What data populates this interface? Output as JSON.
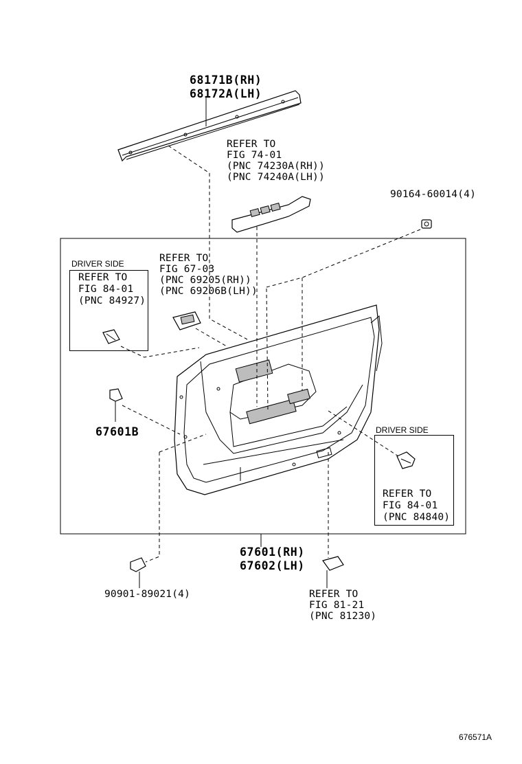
{
  "labels": {
    "moulding": [
      "68171B(RH)",
      "68172A(LH)"
    ],
    "switch_ref": [
      "REFER TO",
      "FIG 74-01",
      "(PNC 74230A(RH))",
      "(PNC 74240A(LH))"
    ],
    "screw": "90164-60014(4)",
    "handle_ref": [
      "REFER TO",
      "FIG 67-03",
      "(PNC 69205(RH))",
      "(PNC 69206B(LH))"
    ],
    "driver_side_left": "DRIVER SIDE",
    "left_box_ref": [
      "REFER TO",
      "FIG 84-01",
      "(PNC 84927)"
    ],
    "clip_left": "67601B",
    "driver_side_right": "DRIVER SIDE",
    "right_box_ref": [
      "REFER TO",
      "FIG 84-01",
      "(PNC 84840)"
    ],
    "panel": [
      "67601(RH)",
      "67602(LH)"
    ],
    "clip_bottom": "90901-89021(4)",
    "lamp_ref": [
      "REFER TO",
      "FIG 81-21",
      "(PNC 81230)"
    ],
    "figure_id": "676571A"
  }
}
